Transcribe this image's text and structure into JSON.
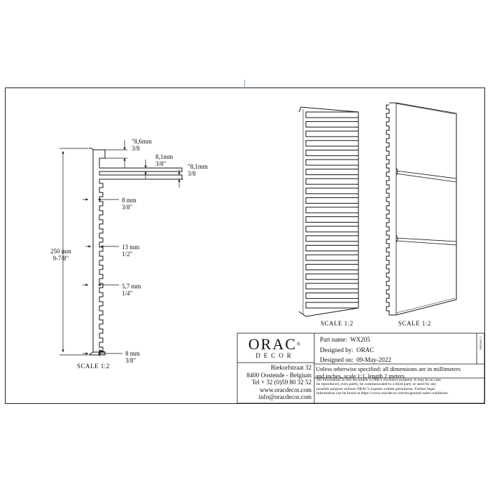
{
  "profile": {
    "dims": {
      "d1": [
        "\"8,6mm",
        "3/8"
      ],
      "d2": [
        "8,1mm",
        "3/8\""
      ],
      "d3": [
        "\"8,1mm",
        "3/8"
      ],
      "d4": [
        "8 mm",
        "3/8\""
      ],
      "d5": [
        "13 mm",
        "1/2\""
      ],
      "d6": [
        "5,7 mm",
        "1/4\""
      ],
      "d7": [
        "8 mm",
        "3/8\""
      ],
      "height": [
        "250 mm",
        "9-7/8\""
      ]
    },
    "scale": "SCALE  1:2"
  },
  "views": {
    "front_scale": "SCALE  1:2",
    "back_scale": "SCALE  1:2"
  },
  "title_block": {
    "logo_main": "ORAC",
    "logo_reg": "®",
    "logo_sub": "DECOR",
    "address": [
      "Biekorfstraat 32",
      "8400 Oostende - Belgium",
      "Tel  + 32 (0)59 80 32 52",
      "www.oracdecor.com",
      "info@oracdecor.com"
    ],
    "part_name_label": "Part name:",
    "part_name": "WX205",
    "designed_by_label": "Designed by:",
    "designed_by": "ORAC",
    "designed_on_label": "Designed on:",
    "designed_on": "09-May-2022",
    "version": "Version: 1",
    "spec_line1": "Unless otherwise specified: all dimensions are in millimeters",
    "spec_line2": "and inches, scale 1:1, length 2 meters",
    "notes": [
      "All information in this document is Orac's exclusive property.  It may in no case",
      "be reproduced, even partly, be communicated to a third party or used for any",
      "possible purpose without ORAC's express written permission. Further legal",
      "information can be found at https://www.oracdecor.com/en/general-sales-conditions"
    ]
  }
}
